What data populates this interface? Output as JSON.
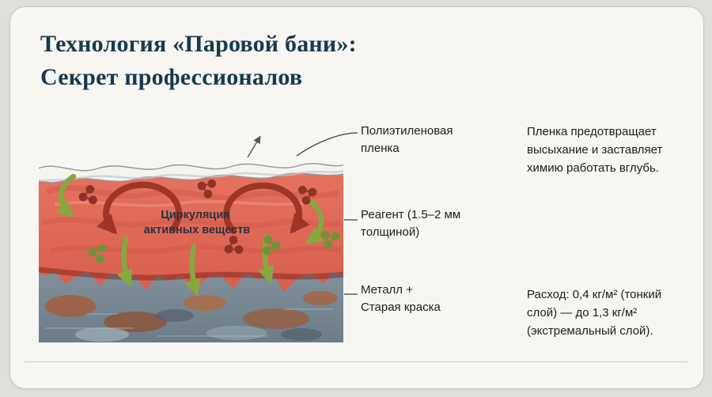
{
  "title": {
    "line1": "Технология «Паровой бани»:",
    "line2": "Секрет профессионалов"
  },
  "diagram": {
    "center_label": {
      "line1": "Циркуляция",
      "line2": "активных веществ"
    },
    "layer_labels": {
      "film": "Полиэтиленовая пленка",
      "reagent": "Реагент (1.5–2 мм толщиной)",
      "metal": "Металл + Старая краска"
    }
  },
  "annotations": {
    "film_note": "Пленка предотвращает высыхание и заставляет химию работать вглубь.",
    "consumption_note": "Расход: 0,4 кг/м² (тонкий слой) — до 1,3 кг/м² (экстремальный слой)."
  },
  "colors": {
    "page_bg": "#e0dfda",
    "card_bg": "#f7f6f1",
    "card_border": "#c8c7c1",
    "title_text": "#173a4b",
    "body_text": "#1b1e20",
    "reagent_layer": "#df685a",
    "metal_layer": "#7b8b97",
    "film_layer": "#f4f3ee",
    "circulation_arrow": "#9e3527",
    "active_agent_arrow": "#84a93e"
  }
}
